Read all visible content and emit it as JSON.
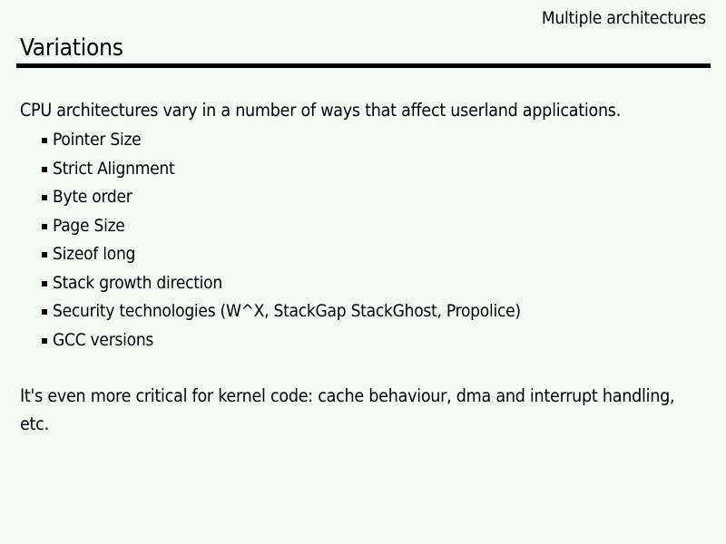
{
  "slide": {
    "header": "Multiple architectures",
    "title": "Variations",
    "lead_paragraph": "CPU architectures vary in a number of ways that affect userland applications.",
    "bullets": [
      {
        "label": "Pointer Size"
      },
      {
        "label": "Strict Alignment"
      },
      {
        "label": "Byte order"
      },
      {
        "label": "Page Size"
      },
      {
        "label": "Sizeof long"
      },
      {
        "label": "Stack growth direction"
      },
      {
        "label": "Security technologies (W^X, StackGap StackGhost, Propolice)"
      },
      {
        "label": "GCC versions"
      }
    ],
    "closing_paragraph": "It's even more critical for kernel code: cache behaviour, dma and interrupt handling, etc.",
    "colors": {
      "background": "#f5faf6",
      "text": "#000000",
      "rule": "#000000"
    }
  }
}
